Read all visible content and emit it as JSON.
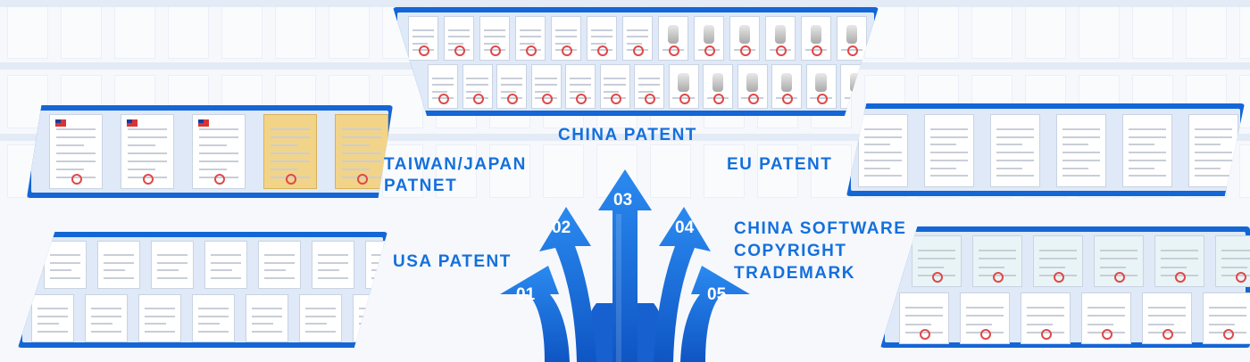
{
  "labels": {
    "china_patent": "CHINA PATENT",
    "taiwan_japan_line1": "TAIWAN/JAPAN",
    "taiwan_japan_line2": "PATNET",
    "eu_patent": "EU PATENT",
    "usa_patent": "USA PATENT",
    "software_line1": "CHINA SOFTWARE",
    "software_line2": "COPYRIGHT",
    "software_line3": "TRADEMARK"
  },
  "arrow_numbers": [
    "01",
    "02",
    "03",
    "04",
    "05"
  ],
  "colors": {
    "accent": "#1466d6",
    "label_text": "#1470dc",
    "seal_red": "#e04848"
  }
}
